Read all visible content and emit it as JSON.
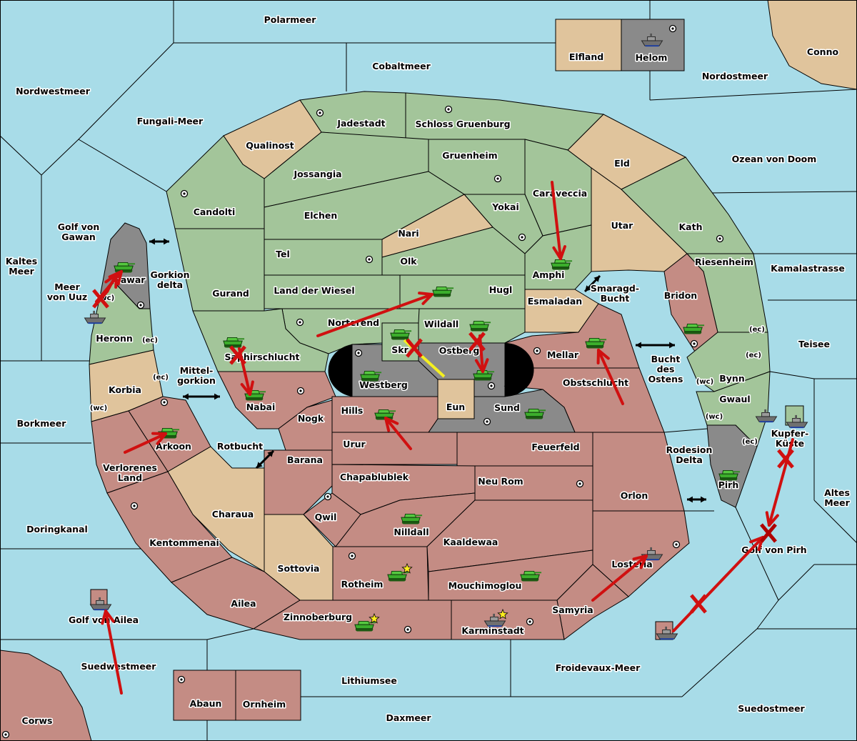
{
  "colors": {
    "sea": "#a8dce8",
    "green": "#a3c59a",
    "tan": "#e0c49c",
    "red": "#c48c84",
    "gray": "#8a8a8a",
    "order": "#d01010",
    "support": "#f5f020"
  },
  "seas": [
    {
      "name": "Polarmeer"
    },
    {
      "name": "Cobaltmeer"
    },
    {
      "name": "Nordwestmeer"
    },
    {
      "name": "Nordostmeer"
    },
    {
      "name": "Fungali-Meer"
    },
    {
      "name": "Ozean von Doom"
    },
    {
      "lines": [
        "Golf von",
        "Gawan"
      ]
    },
    {
      "lines": [
        "Kaltes",
        "Meer"
      ]
    },
    {
      "name": "Kamalastrasse"
    },
    {
      "lines": [
        "Gorkion",
        "delta"
      ]
    },
    {
      "lines": [
        "Meer",
        "von Uuz"
      ]
    },
    {
      "lines": [
        "Smaragd-",
        "Bucht"
      ]
    },
    {
      "name": "Teisee"
    },
    {
      "lines": [
        "Bucht",
        "des",
        "Ostens"
      ]
    },
    {
      "lines": [
        "Mittel-",
        "gorkion"
      ]
    },
    {
      "name": "Borkmeer"
    },
    {
      "name": "Rotbucht"
    },
    {
      "lines": [
        "Rodesion",
        "Delta"
      ]
    },
    {
      "lines": [
        "Altes",
        "Meer"
      ]
    },
    {
      "name": "Doringkanal"
    },
    {
      "name": "Golf von Pirh"
    },
    {
      "name": "Golf von Ailea"
    },
    {
      "name": "Suedwestmeer"
    },
    {
      "name": "Froidevaux-Meer"
    },
    {
      "name": "Lithiumsee"
    },
    {
      "name": "Suedostmeer"
    },
    {
      "name": "Daxmeer"
    }
  ],
  "provinces": [
    {
      "name": "Elfland",
      "terrain": "tan"
    },
    {
      "name": "Helom",
      "terrain": "gray"
    },
    {
      "name": "Conno",
      "terrain": "tan"
    },
    {
      "name": "Jadestadt",
      "terrain": "green"
    },
    {
      "name": "Schloss Gruenburg",
      "terrain": "green"
    },
    {
      "name": "Qualinost",
      "terrain": "tan"
    },
    {
      "name": "Gruenheim",
      "terrain": "green"
    },
    {
      "name": "Eld",
      "terrain": "tan"
    },
    {
      "name": "Jossangia",
      "terrain": "green"
    },
    {
      "name": "Caraveccia",
      "terrain": "green"
    },
    {
      "name": "Yokai",
      "terrain": "green"
    },
    {
      "name": "Candolti",
      "terrain": "green"
    },
    {
      "name": "Elchen",
      "terrain": "green"
    },
    {
      "name": "Utar",
      "terrain": "tan"
    },
    {
      "name": "Kath",
      "terrain": "green"
    },
    {
      "name": "Nari",
      "terrain": "tan"
    },
    {
      "name": "Tel",
      "terrain": "green"
    },
    {
      "name": "Olk",
      "terrain": "green"
    },
    {
      "name": "Riesenheim",
      "terrain": "green"
    },
    {
      "name": "Amphi",
      "terrain": "green"
    },
    {
      "name": "Gawar",
      "terrain": "gray"
    },
    {
      "name": "Land der Wiesel",
      "terrain": "green"
    },
    {
      "name": "Gurand",
      "terrain": "green"
    },
    {
      "name": "Hugl",
      "terrain": "green"
    },
    {
      "name": "Bridon",
      "terrain": "red"
    },
    {
      "name": "Esmaladan",
      "terrain": "tan"
    },
    {
      "name": "Norterend",
      "terrain": "green"
    },
    {
      "name": "Wildall",
      "terrain": "green"
    },
    {
      "name": "Heronn",
      "terrain": "green"
    },
    {
      "name": "Skr",
      "terrain": "green"
    },
    {
      "name": "Ostberg",
      "terrain": "gray"
    },
    {
      "name": "Mellar",
      "terrain": "red"
    },
    {
      "name": "Saphirschlucht",
      "terrain": "green"
    },
    {
      "name": "Bynn",
      "terrain": "green"
    },
    {
      "name": "Westberg",
      "terrain": "gray"
    },
    {
      "name": "Obstschlucht",
      "terrain": "red"
    },
    {
      "name": "Korbia",
      "terrain": "tan"
    },
    {
      "name": "Gwaul",
      "terrain": "green"
    },
    {
      "name": "Nabai",
      "terrain": "red"
    },
    {
      "name": "Eun",
      "terrain": "tan"
    },
    {
      "name": "Sund",
      "terrain": "gray"
    },
    {
      "name": "Hills",
      "terrain": "red"
    },
    {
      "name": "Nogk",
      "terrain": "red"
    },
    {
      "lines": [
        "Kupfer-",
        "Küste"
      ],
      "terrain": "green"
    },
    {
      "name": "Urur",
      "terrain": "red"
    },
    {
      "name": "Arkoon",
      "terrain": "red"
    },
    {
      "name": "Feuerfeld",
      "terrain": "red"
    },
    {
      "name": "Barana",
      "terrain": "red"
    },
    {
      "lines": [
        "Verlorenes",
        "Land"
      ],
      "terrain": "red"
    },
    {
      "name": "Chapablublek",
      "terrain": "red"
    },
    {
      "name": "Neu Rom",
      "terrain": "red"
    },
    {
      "name": "Pirh",
      "terrain": "gray"
    },
    {
      "name": "Orlon",
      "terrain": "red"
    },
    {
      "name": "Charaua",
      "terrain": "tan"
    },
    {
      "name": "Qwil",
      "terrain": "red"
    },
    {
      "name": "Nilldall",
      "terrain": "red"
    },
    {
      "name": "Kaaldewaa",
      "terrain": "red"
    },
    {
      "name": "Kentommenai",
      "terrain": "red"
    },
    {
      "name": "Losteria",
      "terrain": "red"
    },
    {
      "name": "Sottovia",
      "terrain": "tan"
    },
    {
      "name": "Rotheim",
      "terrain": "red"
    },
    {
      "name": "Mouchimoglou",
      "terrain": "red"
    },
    {
      "name": "Ailea",
      "terrain": "red"
    },
    {
      "name": "Samyria",
      "terrain": "red"
    },
    {
      "name": "Zinnoberburg",
      "terrain": "red"
    },
    {
      "name": "Karminstadt",
      "terrain": "red"
    },
    {
      "name": "Abaun",
      "terrain": "red"
    },
    {
      "name": "Ornheim",
      "terrain": "red"
    },
    {
      "name": "Corws",
      "terrain": "red"
    }
  ],
  "coasts": [
    "(wc)",
    "(ec)",
    "(ec)",
    "(ec)",
    "(wc)",
    "(ec)",
    "(wc)",
    "(wc)",
    "(ec)"
  ],
  "units": [
    {
      "type": "army",
      "province": "Gawar"
    },
    {
      "type": "army",
      "province": "Saphirschlucht"
    },
    {
      "type": "army",
      "province": "Nabai"
    },
    {
      "type": "army",
      "province": "Arkoon"
    },
    {
      "type": "army",
      "province": "Hugl"
    },
    {
      "type": "army",
      "province": "Skr"
    },
    {
      "type": "army",
      "province": "Wildall"
    },
    {
      "type": "army",
      "province": "Ostberg"
    },
    {
      "type": "army",
      "province": "Westberg"
    },
    {
      "type": "army",
      "province": "Hills"
    },
    {
      "type": "army",
      "province": "Sund"
    },
    {
      "type": "army",
      "province": "Amphi"
    },
    {
      "type": "army",
      "province": "Mellar"
    },
    {
      "type": "army",
      "province": "Bridon"
    },
    {
      "type": "army",
      "province": "Pirh"
    },
    {
      "type": "army",
      "province": "Nilldall"
    },
    {
      "type": "army",
      "province": "Rotheim"
    },
    {
      "type": "army",
      "province": "Zinnoberburg"
    },
    {
      "type": "army",
      "province": "Mouchimoglou"
    },
    {
      "type": "fleet",
      "province": "Helom"
    },
    {
      "type": "fleet",
      "province": "Meer von Uuz"
    },
    {
      "type": "fleet",
      "province": "Golf von Ailea"
    },
    {
      "type": "fleet",
      "province": "Losteria"
    },
    {
      "type": "fleet",
      "province": "Karminstadt"
    },
    {
      "type": "fleet",
      "province": "Gwaul"
    },
    {
      "type": "fleet",
      "province": "Kupfer-Küste"
    },
    {
      "type": "fleet",
      "province": "Golf von Pirh"
    }
  ],
  "builds": [
    "Rotheim",
    "Zinnoberburg",
    "Karminstadt"
  ]
}
